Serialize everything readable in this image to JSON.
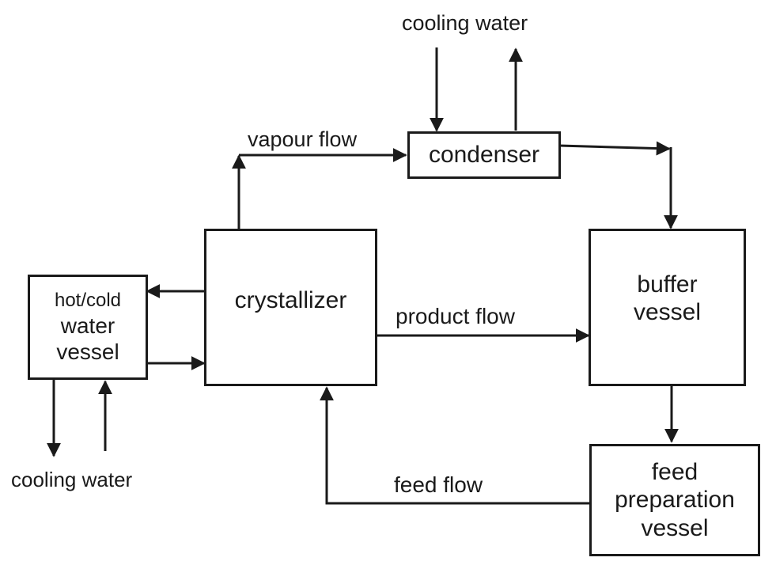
{
  "diagram": {
    "nodes": {
      "hot_cold_water_vessel": [
        "hot/cold",
        "water",
        "vessel"
      ],
      "crystallizer": "crystallizer",
      "condenser": "condenser",
      "buffer_vessel": [
        "buffer",
        "vessel"
      ],
      "feed_preparation_vessel": [
        "feed",
        "preparation",
        "vessel"
      ]
    },
    "edge_labels": {
      "vapour_flow": "vapour flow",
      "product_flow": "product flow",
      "feed_flow": "feed flow",
      "cooling_water_top": "cooling water",
      "cooling_water_bottom": "cooling water"
    },
    "edges": [
      {
        "from": "crystallizer",
        "to": "condenser",
        "label": "vapour flow"
      },
      {
        "from": "condenser",
        "to": "buffer vessel"
      },
      {
        "from": "crystallizer",
        "to": "buffer vessel",
        "label": "product flow"
      },
      {
        "from": "buffer vessel",
        "to": "feed preparation vessel"
      },
      {
        "from": "feed preparation vessel",
        "to": "crystallizer",
        "label": "feed flow"
      },
      {
        "from": "crystallizer",
        "to": "hot/cold water vessel"
      },
      {
        "from": "hot/cold water vessel",
        "to": "crystallizer"
      },
      {
        "from": "cooling water",
        "to": "condenser"
      },
      {
        "from": "condenser",
        "to": "cooling water"
      },
      {
        "from": "hot/cold water vessel",
        "to": "cooling water"
      },
      {
        "from": "cooling water",
        "to": "hot/cold water vessel"
      }
    ]
  }
}
